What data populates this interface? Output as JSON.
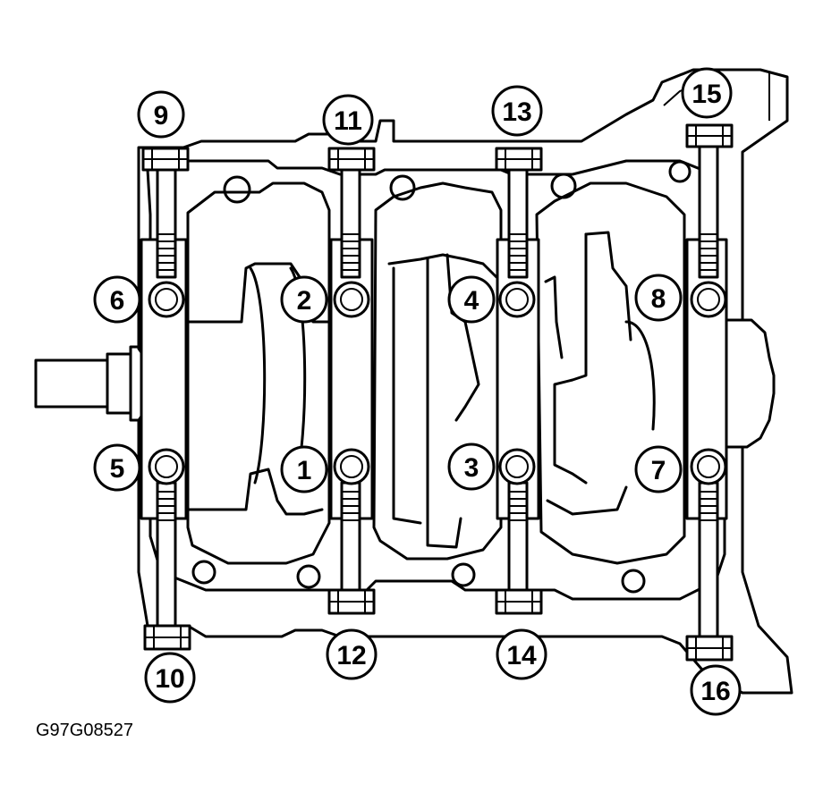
{
  "figure_code": "G97G08527",
  "callouts": [
    "1",
    "2",
    "3",
    "4",
    "5",
    "6",
    "7",
    "8",
    "9",
    "10",
    "11",
    "12",
    "13",
    "14",
    "15",
    "16"
  ],
  "colors": {
    "line": "#000000",
    "background": "#ffffff"
  }
}
